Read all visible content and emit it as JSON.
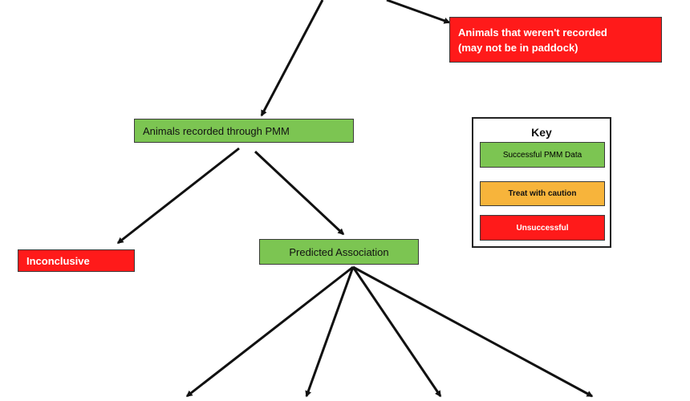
{
  "colors": {
    "success": "#7cc552",
    "caution": "#f7b43b",
    "unsuccessful": "#ff1a1a",
    "arrow": "#111111"
  },
  "nodes": {
    "unrecorded": "Animals that weren't recorded\n(may not be in paddock)",
    "recorded": "Animals recorded through PMM",
    "inconclusive": "Inconclusive",
    "predicted": "Predicted Association"
  },
  "key": {
    "title": "Key",
    "success": "Successful PMM Data",
    "caution": "Treat with caution",
    "unsuccessful": "Unsuccessful"
  }
}
